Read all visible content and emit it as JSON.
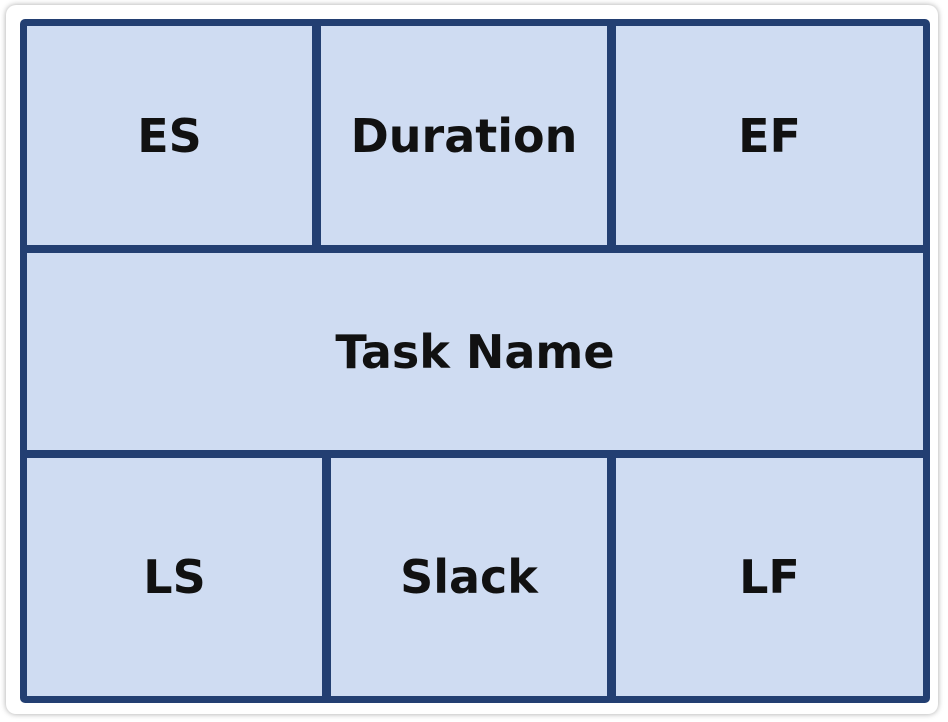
{
  "node": {
    "top_row": {
      "left": "ES",
      "center": "Duration",
      "right": "EF"
    },
    "middle": "Task Name",
    "bottom_row": {
      "left": "LS",
      "center": "Slack",
      "right": "LF"
    }
  },
  "colors": {
    "fill": "#cfdcf2",
    "border": "#233f72",
    "text": "#111111"
  }
}
